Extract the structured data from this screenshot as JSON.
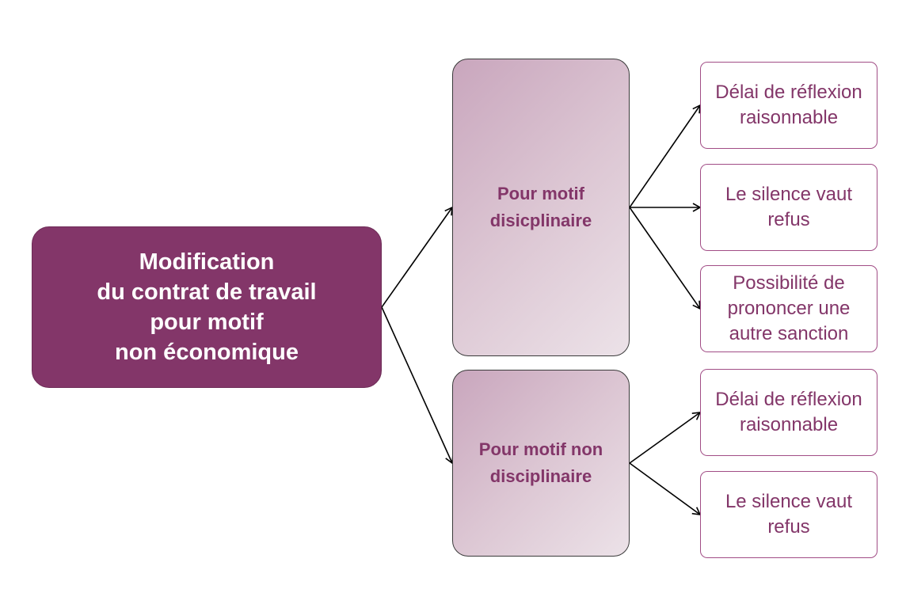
{
  "root": {
    "label": "Modification\ndu contrat de travail\npour motif\nnon économique"
  },
  "branches": [
    {
      "label": "Pour motif\ndisicplinaire",
      "leaves": [
        "Délai de réflexion\nraisonnable",
        "Le silence vaut\nrefus",
        "Possibilité de\nprononcer une\nautre sanction"
      ]
    },
    {
      "label": "Pour motif non\ndisciplinaire",
      "leaves": [
        "Délai de réflexion\nraisonnable",
        "Le silence vaut\nrefus"
      ]
    }
  ],
  "colors": {
    "root_fill": "#833669",
    "text_accent": "#833669",
    "leaf_border": "#a14d86",
    "arrow": "#000000"
  }
}
